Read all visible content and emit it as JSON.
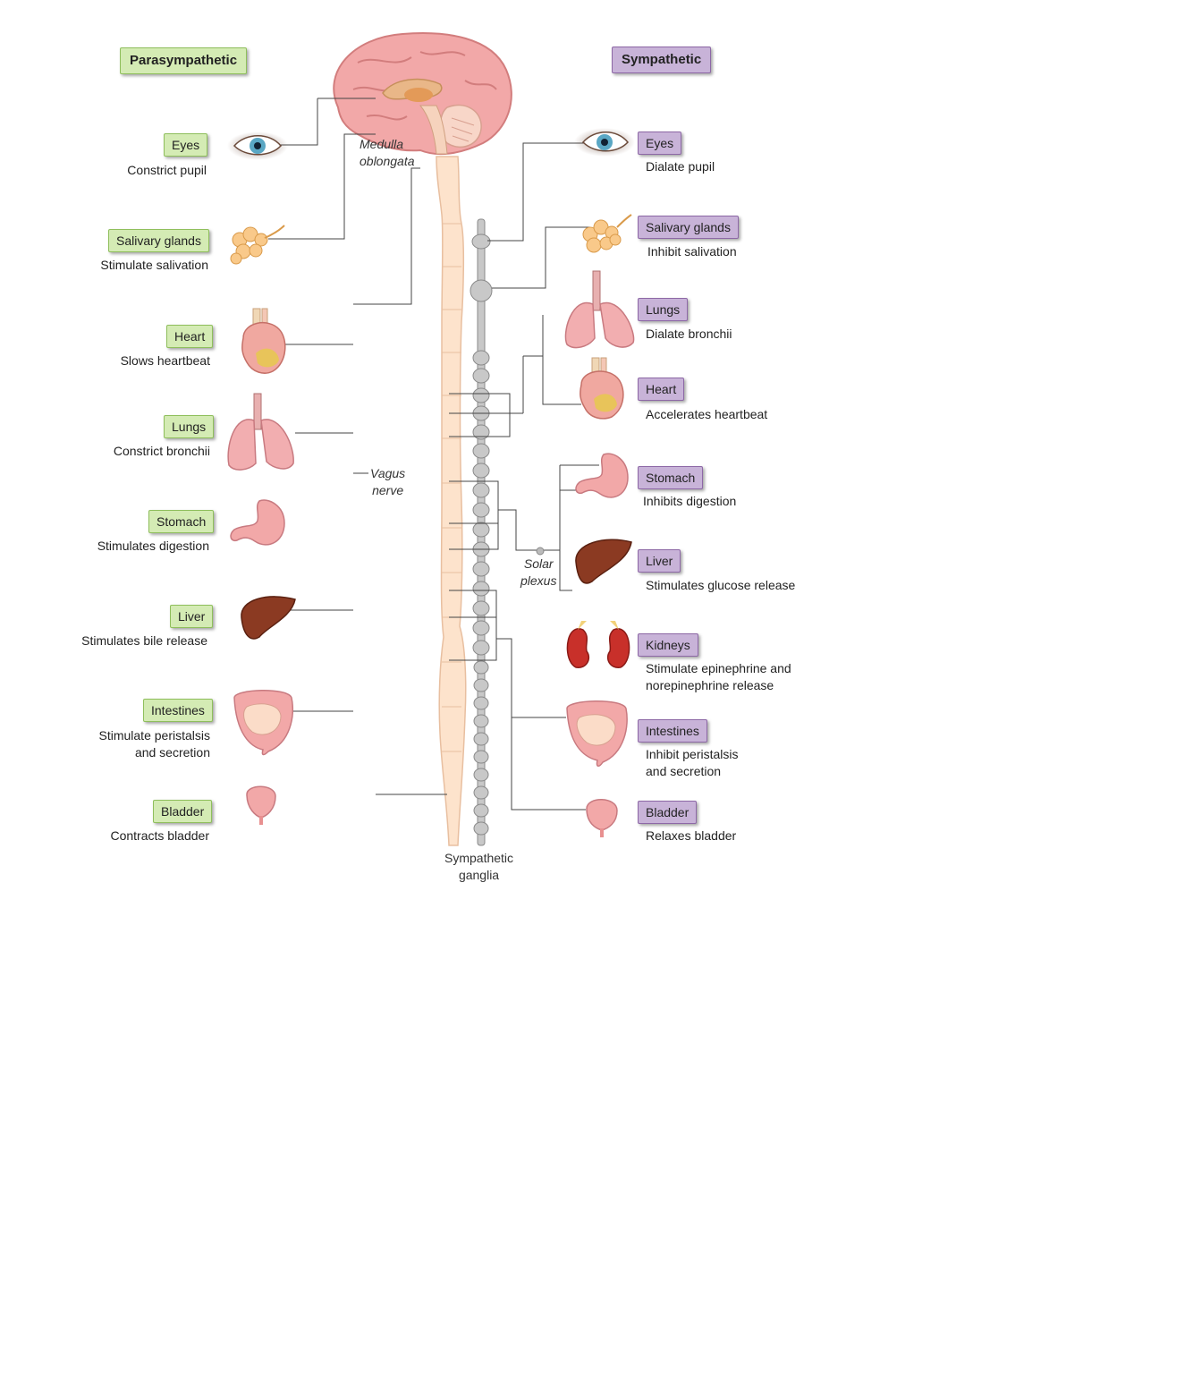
{
  "parasympathetic": {
    "header": "Parasympathetic",
    "items": [
      {
        "organ": "Eyes",
        "effect": "Constrict pupil"
      },
      {
        "organ": "Salivary glands",
        "effect": "Stimulate salivation"
      },
      {
        "organ": "Heart",
        "effect": "Slows heartbeat"
      },
      {
        "organ": "Lungs",
        "effect": "Constrict bronchii"
      },
      {
        "organ": "Stomach",
        "effect": "Stimulates digestion"
      },
      {
        "organ": "Liver",
        "effect": "Stimulates bile release"
      },
      {
        "organ": "Intestines",
        "effect": "Stimulate peristalsis\nand secretion"
      },
      {
        "organ": "Bladder",
        "effect": "Contracts bladder"
      }
    ]
  },
  "sympathetic": {
    "header": "Sympathetic",
    "items": [
      {
        "organ": "Eyes",
        "effect": "Dialate pupil"
      },
      {
        "organ": "Salivary glands",
        "effect": "Inhibit salivation"
      },
      {
        "organ": "Lungs",
        "effect": "Dialate bronchii"
      },
      {
        "organ": "Heart",
        "effect": "Accelerates heartbeat"
      },
      {
        "organ": "Stomach",
        "effect": "Inhibits digestion"
      },
      {
        "organ": "Liver",
        "effect": "Stimulates glucose release"
      },
      {
        "organ": "Kidneys",
        "effect": "Stimulate epinephrine and\nnorepinephrine release"
      },
      {
        "organ": "Intestines",
        "effect": "Inhibit peristalsis\nand secretion"
      },
      {
        "organ": "Bladder",
        "effect": "Relaxes bladder"
      }
    ]
  },
  "labels": {
    "medulla": "Medulla\noblongata",
    "vagus": "Vagus\nnerve",
    "solar": "Solar\nplexus",
    "ganglia": "Sympathetic\nganglia"
  },
  "colors": {
    "parasympathetic_fill": "#d4ebb4",
    "sympathetic_fill": "#c8b3d8",
    "spinal_cord": "#fde3cc",
    "ganglia_chain": "#c8c8c8",
    "brain": "#f2a8a8"
  }
}
